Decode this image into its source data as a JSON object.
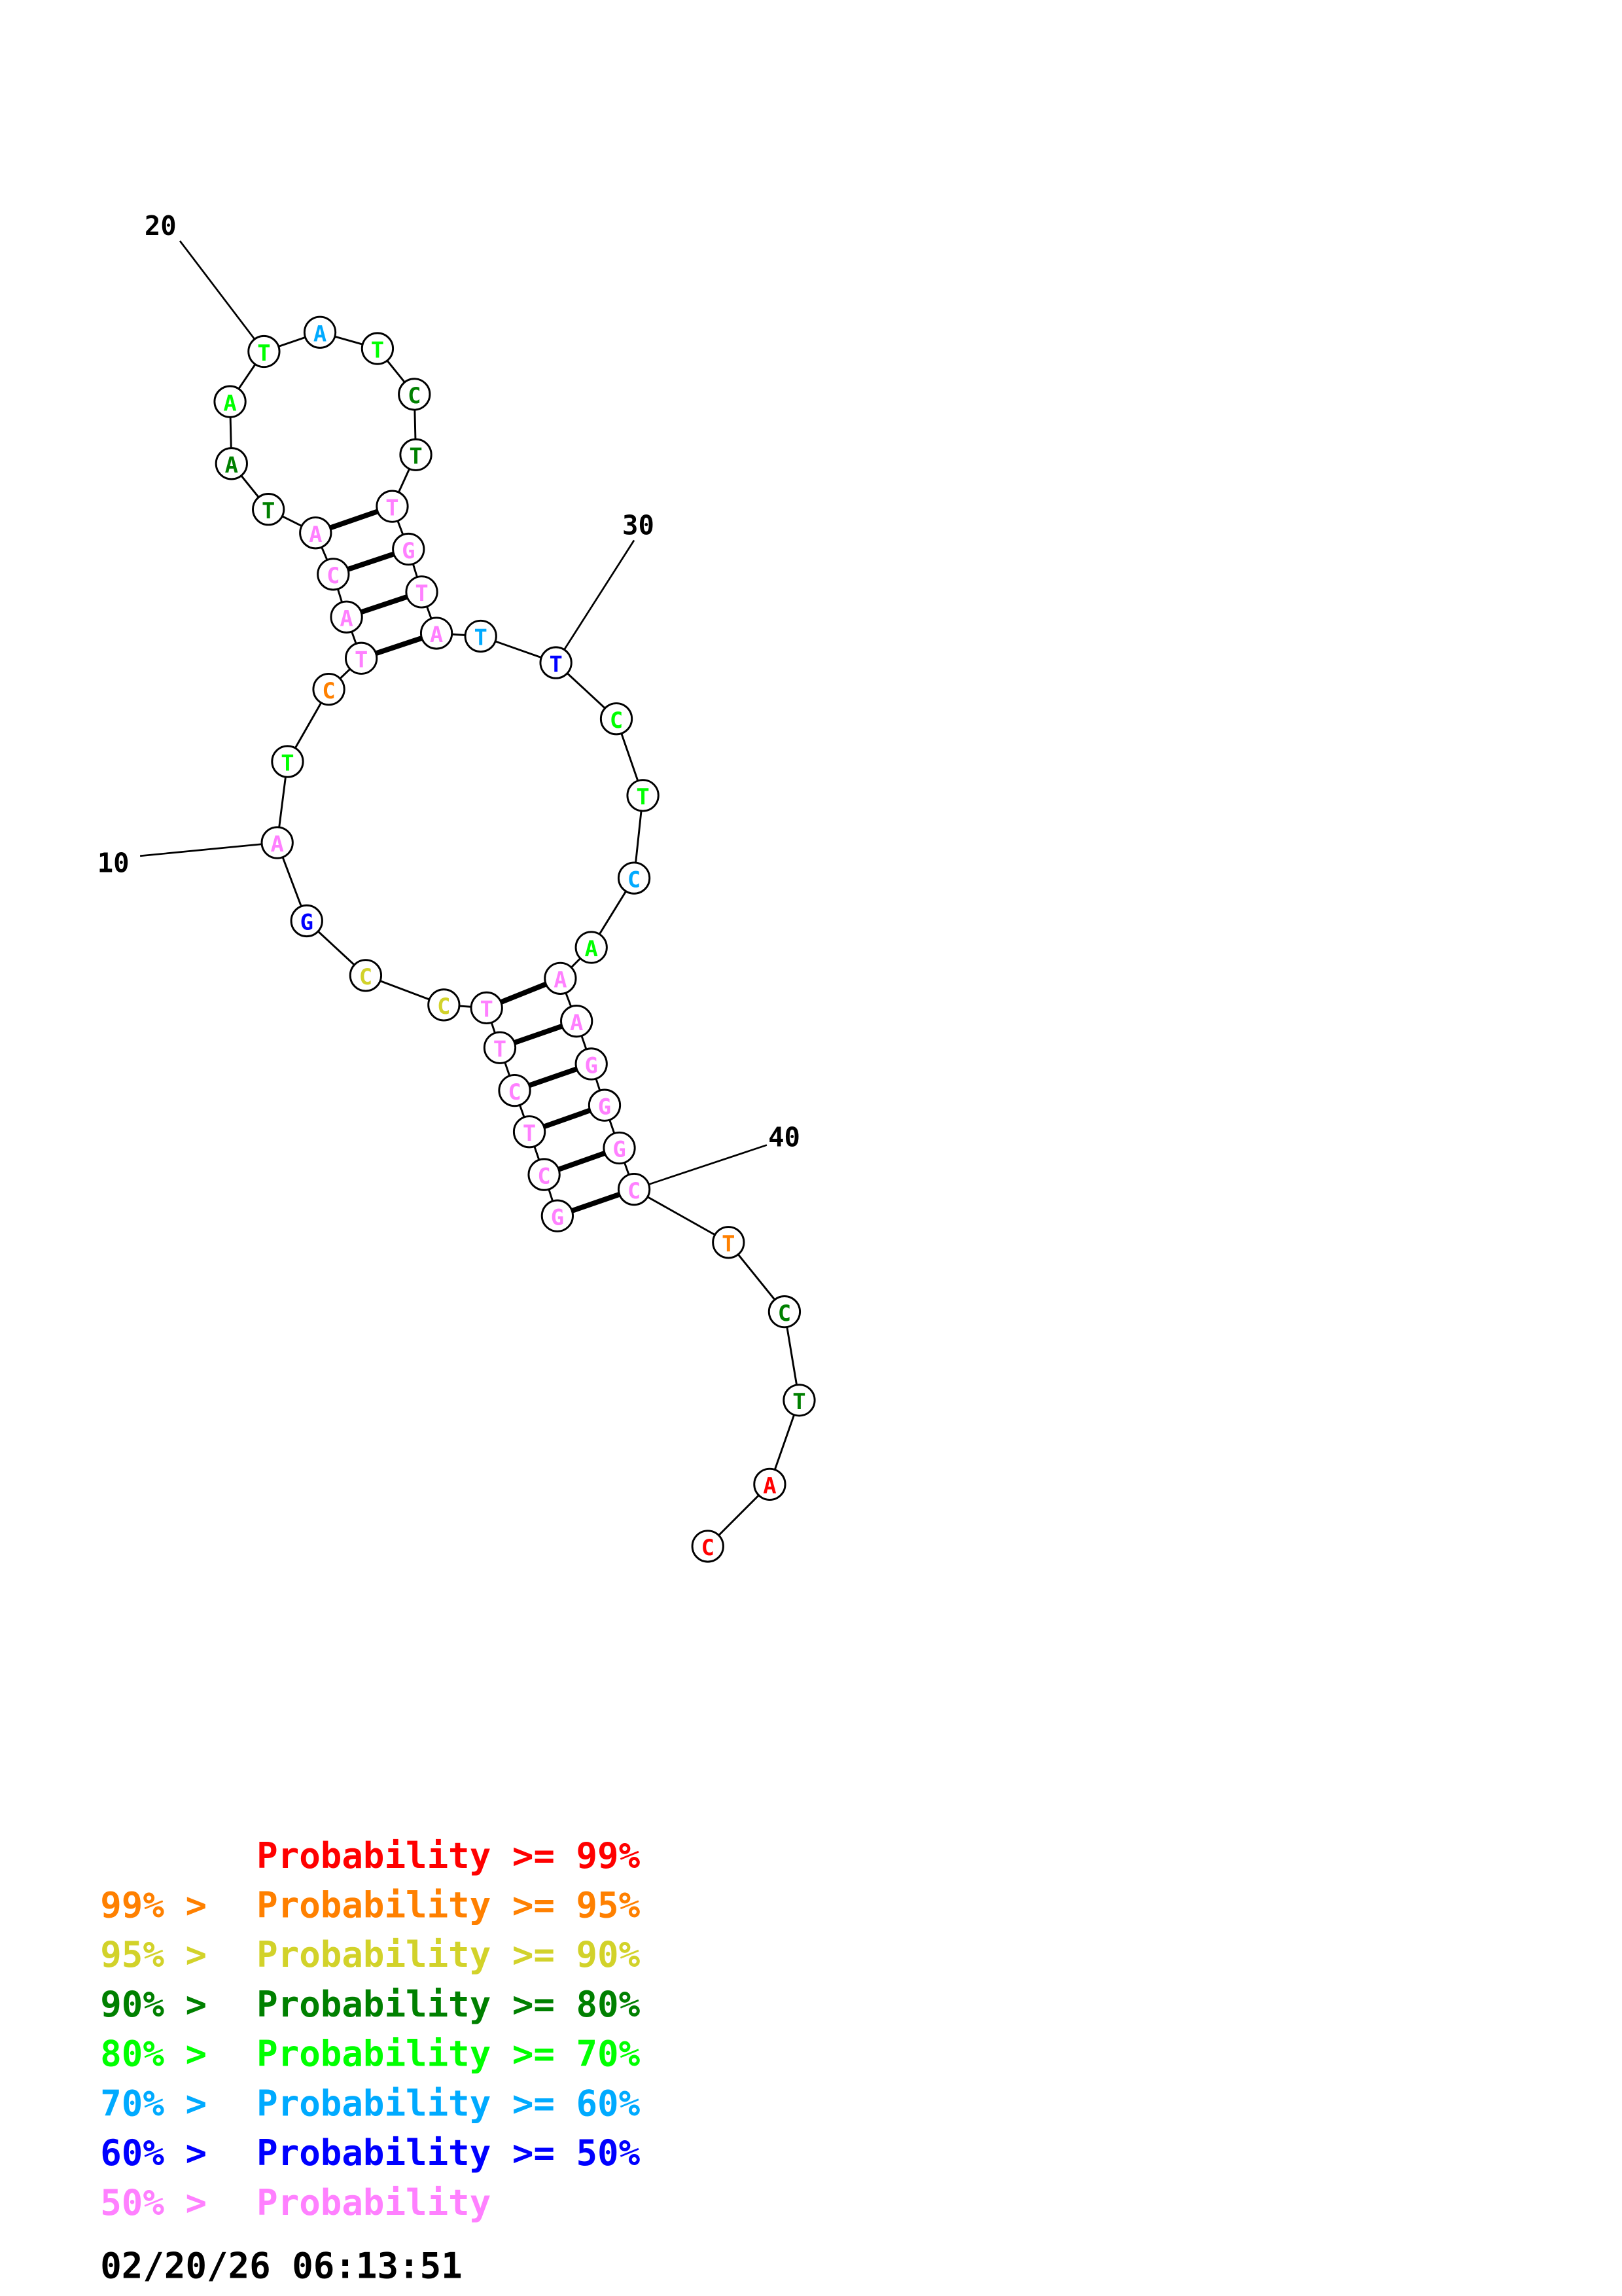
{
  "sequence": [
    "G",
    "C",
    "T",
    "C",
    "T",
    "T",
    "C",
    "C",
    "G",
    "A",
    "T",
    "C",
    "T",
    "A",
    "C",
    "A",
    "T",
    "A",
    "A",
    "T",
    "A",
    "T",
    "C",
    "T",
    "T",
    "G",
    "T",
    "A",
    "T",
    "T",
    "C",
    "T",
    "C",
    "A",
    "A",
    "A",
    "G",
    "G",
    "G",
    "C",
    "T",
    "C",
    "T",
    "A",
    "C"
  ],
  "probability_class": [
    7,
    7,
    7,
    7,
    7,
    7,
    2,
    2,
    6,
    7,
    4,
    1,
    7,
    7,
    7,
    7,
    3,
    3,
    4,
    4,
    5,
    4,
    3,
    3,
    7,
    7,
    7,
    7,
    5,
    6,
    4,
    4,
    5,
    4,
    7,
    7,
    7,
    7,
    7,
    7,
    1,
    3,
    3,
    0,
    0
  ],
  "pairs": [
    [
      1,
      40
    ],
    [
      2,
      39
    ],
    [
      3,
      38
    ],
    [
      4,
      37
    ],
    [
      5,
      36
    ],
    [
      6,
      35
    ],
    [
      13,
      28
    ],
    [
      14,
      27
    ],
    [
      15,
      26
    ],
    [
      16,
      25
    ]
  ],
  "position_labels": [
    {
      "pos": 10,
      "text": "10"
    },
    {
      "pos": 20,
      "text": "20"
    },
    {
      "pos": 30,
      "text": "30"
    },
    {
      "pos": 40,
      "text": "40"
    }
  ],
  "colors": [
    "#ff0000",
    "#ff8000",
    "#d2d22a",
    "#008000",
    "#00ff00",
    "#00aaff",
    "#0000ff",
    "#ff80ff"
  ],
  "legend": [
    {
      "prefix": "",
      "label": "Probability >= 99%"
    },
    {
      "prefix": "99% > ",
      "label": "Probability >= 95%"
    },
    {
      "prefix": "95% > ",
      "label": "Probability >= 90%"
    },
    {
      "prefix": "90% > ",
      "label": "Probability >= 80%"
    },
    {
      "prefix": "80% > ",
      "label": "Probability >= 70%"
    },
    {
      "prefix": "70% > ",
      "label": "Probability >= 60%"
    },
    {
      "prefix": "60% > ",
      "label": "Probability >= 50%"
    },
    {
      "prefix": "50% > ",
      "label": "Probability"
    }
  ],
  "timestamp": "02/20/26 06:13:51"
}
